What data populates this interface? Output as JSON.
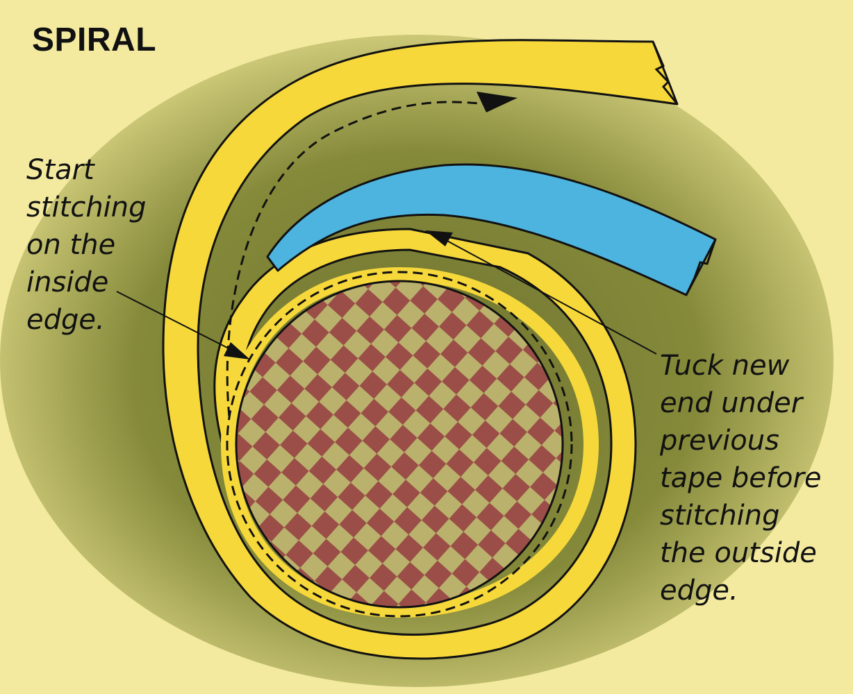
{
  "title": "SPIRAL",
  "callouts": {
    "start": {
      "lines": [
        "Start",
        "stitching",
        "on the",
        "inside",
        "edge."
      ]
    },
    "tuck": {
      "lines": [
        "Tuck new",
        "end under",
        "previous",
        "tape before",
        "stitching",
        "the outside",
        "edge."
      ]
    }
  },
  "colors": {
    "background": "#f3eaa0",
    "vignette": "#7c7f32",
    "yellow_tape": "#f6d83a",
    "blue_tape": "#4bb3df",
    "check_dark": "#9c4f48",
    "check_light": "#b7b06a",
    "ink": "#111111"
  }
}
